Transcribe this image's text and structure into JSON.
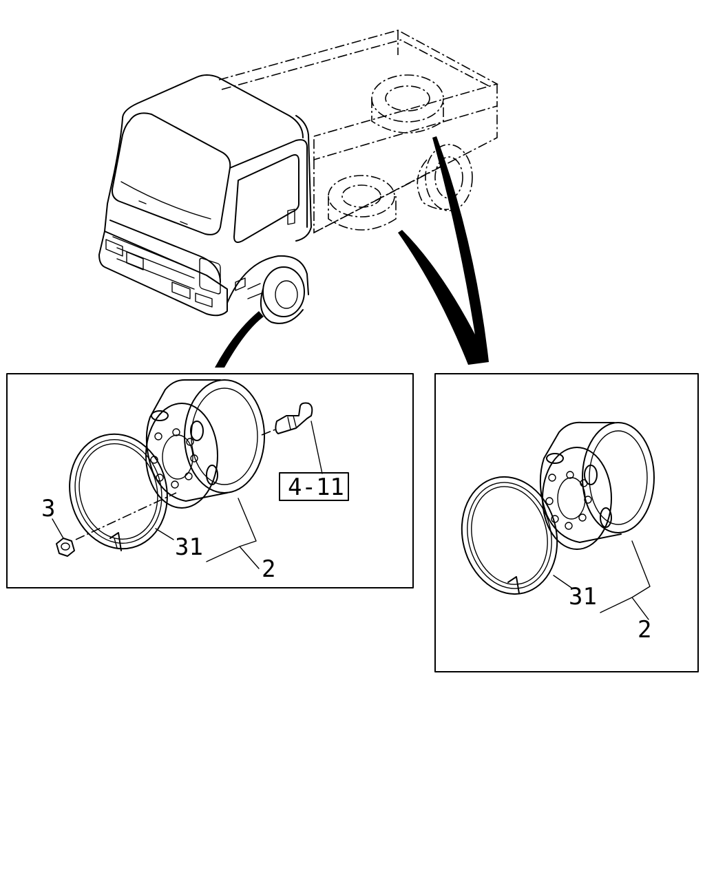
{
  "callouts": {
    "left_nut": "3",
    "left_tire": "31",
    "left_wheel": "2",
    "left_ref": "4-11",
    "right_tire": "31",
    "right_wheel": "2"
  }
}
